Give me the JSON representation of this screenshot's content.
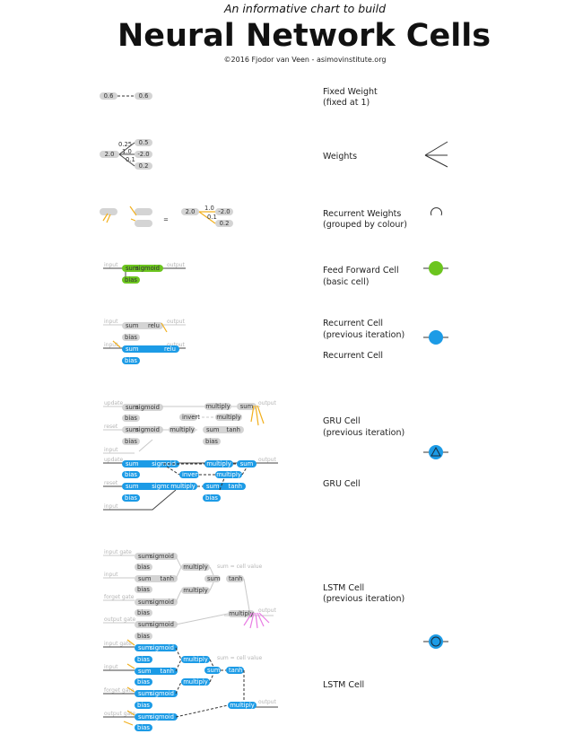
{
  "header": {
    "subtitle": "An informative chart to build",
    "title": "Neural Network Cells",
    "credit": "©2016 Fjodor van Veen - asimovinstitute.org"
  },
  "labels": {
    "fixed_weight": [
      "Fixed Weight",
      "(fixed at 1)"
    ],
    "weights": [
      "Weights"
    ],
    "recurrent_weights": [
      "Recurrent Weights",
      "(grouped by colour)"
    ],
    "feed_forward": [
      "Feed Forward Cell",
      "(basic cell)"
    ],
    "recurrent_prev": [
      "Recurrent Cell",
      "(previous iteration)"
    ],
    "recurrent": [
      "Recurrent Cell"
    ],
    "gru_prev": [
      "GRU Cell",
      "(previous iteration)"
    ],
    "gru": [
      "GRU Cell"
    ],
    "lstm_prev": [
      "LSTM Cell",
      "(previous iteration)"
    ],
    "lstm": [
      "LSTM Cell"
    ]
  },
  "weights": {
    "fixed": [
      "0.6",
      "0.6"
    ],
    "source": "2.0",
    "edge_values": [
      "0.25",
      "1.0",
      "0.1"
    ],
    "targets": [
      "0.5",
      "-2.0",
      "0.2"
    ],
    "recurrent_source": "2.0",
    "recurrent_edges": [
      "1.0",
      "0.1"
    ],
    "recurrent_targets": [
      "-2.0",
      "0.2"
    ],
    "equals": "="
  },
  "ops": {
    "input": "input",
    "output": "output",
    "sum": "sum",
    "sigmoid": "sigmoid",
    "bias": "bias",
    "relu": "relu",
    "multiply": "multiply",
    "invert": "invert",
    "tanh": "tanh",
    "update": "update",
    "reset": "reset",
    "input_gate": "input gate",
    "forget_gate": "forget gate",
    "output_gate": "output gate",
    "cell_value": "sum = cell value"
  },
  "colors": {
    "grey_pill": "#d4d4d4",
    "blue": "#1c9be6",
    "green": "#6cc51f",
    "yellow": "#f2b01e",
    "pink": "#e87ce3",
    "text": "#222222"
  },
  "icons": [
    "fan-out-icon",
    "recurrent-loop-icon",
    "green-node-icon",
    "blue-node-icon",
    "gru-node-icon",
    "lstm-node-icon"
  ]
}
